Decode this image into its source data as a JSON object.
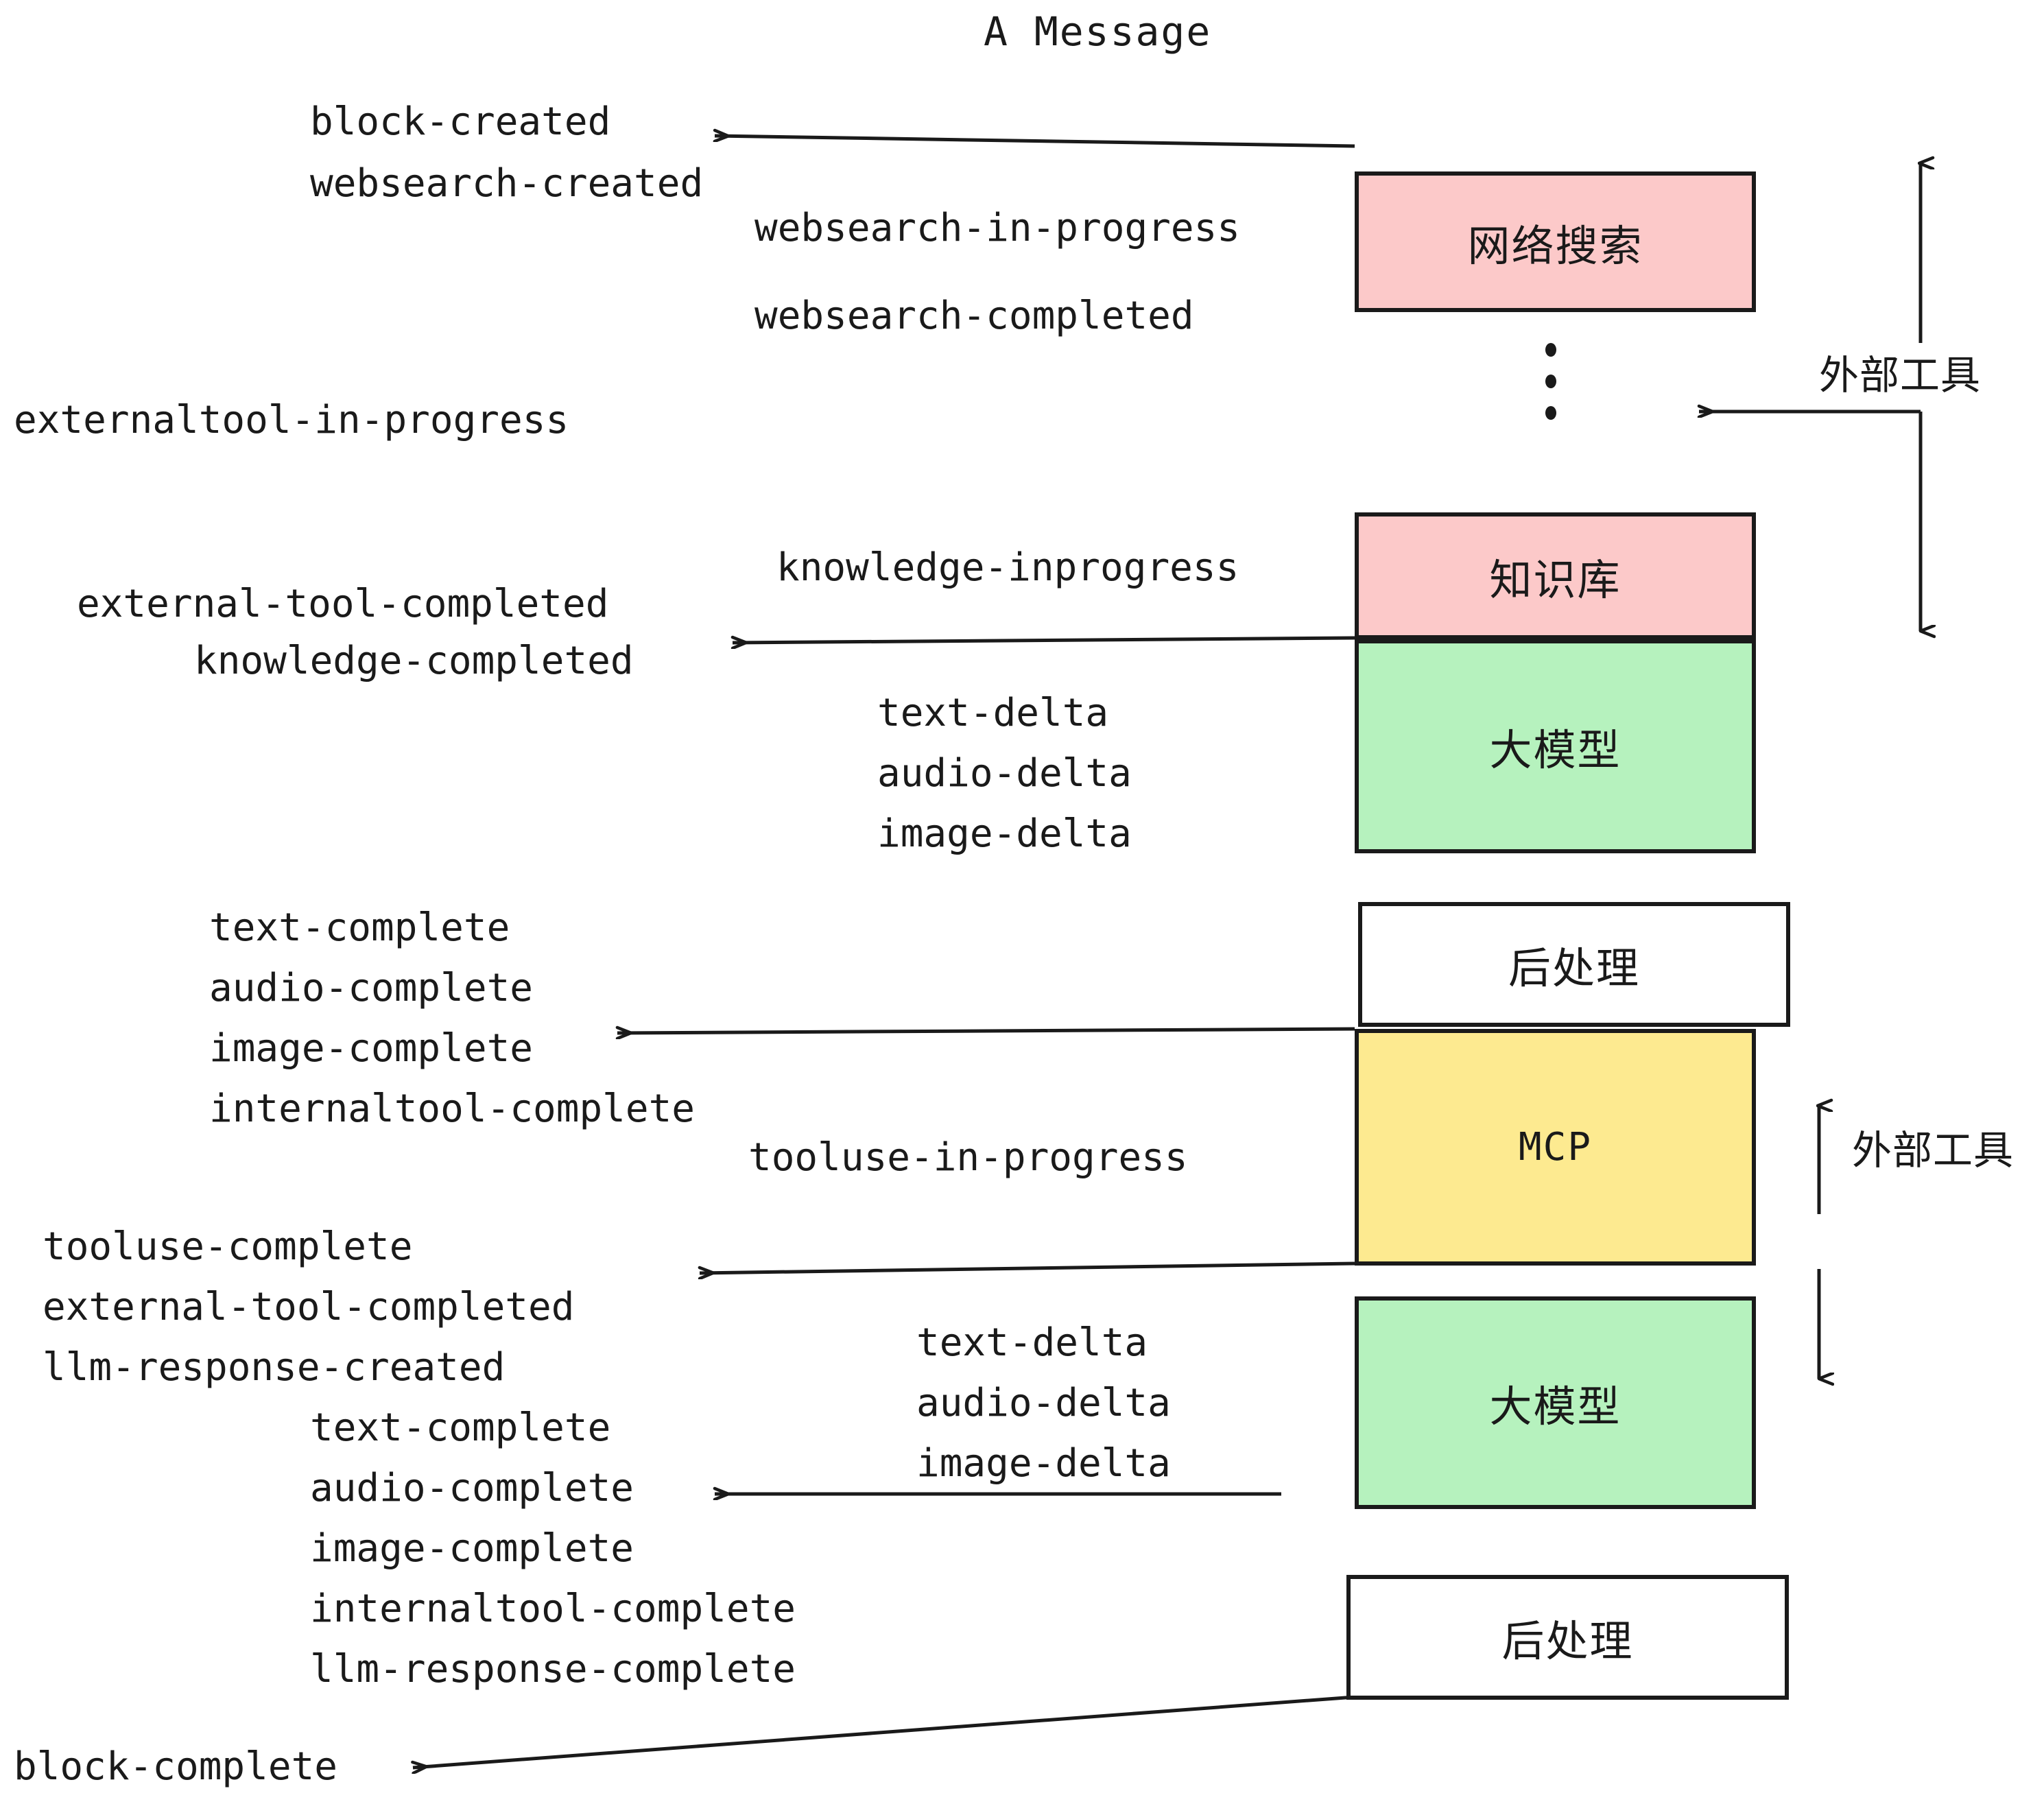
{
  "title": "A Message",
  "colors": {
    "pink": "#fcc9c9",
    "green": "#b6f2be",
    "yellow": "#fdea90",
    "white": "#ffffff",
    "stroke": "#1a1a1a",
    "text": "#1a1a1a"
  },
  "nodes": [
    {
      "id": "websearch",
      "label": "网络搜索",
      "fill": "#fcc9c9",
      "mono": false
    },
    {
      "id": "knowledge",
      "label": "知识库",
      "fill": "#fcc9c9",
      "mono": false
    },
    {
      "id": "llm1",
      "label": "大模型",
      "fill": "#b6f2be",
      "mono": false
    },
    {
      "id": "post1",
      "label": "后处理",
      "fill": "#ffffff",
      "mono": false
    },
    {
      "id": "mcp",
      "label": "MCP",
      "fill": "#fdea90",
      "mono": true
    },
    {
      "id": "llm2",
      "label": "大模型",
      "fill": "#b6f2be",
      "mono": false
    },
    {
      "id": "post2",
      "label": "后处理",
      "fill": "#ffffff",
      "mono": false
    }
  ],
  "group_labels": [
    {
      "id": "external-tool-top",
      "label": "外部工具"
    },
    {
      "id": "external-tool-bottom",
      "label": "外部工具"
    }
  ],
  "events": [
    {
      "id": "e01",
      "text": "block-created"
    },
    {
      "id": "e02",
      "text": "websearch-created"
    },
    {
      "id": "e03",
      "text": "websearch-in-progress"
    },
    {
      "id": "e04",
      "text": "websearch-completed"
    },
    {
      "id": "e05",
      "text": "externaltool-in-progress"
    },
    {
      "id": "e06",
      "text": "knowledge-inprogress"
    },
    {
      "id": "e07",
      "text": "external-tool-completed"
    },
    {
      "id": "e08",
      "text": "knowledge-completed"
    },
    {
      "id": "e09",
      "text": "text-delta"
    },
    {
      "id": "e10",
      "text": "audio-delta"
    },
    {
      "id": "e11",
      "text": "image-delta"
    },
    {
      "id": "e12",
      "text": "text-complete"
    },
    {
      "id": "e13",
      "text": "audio-complete"
    },
    {
      "id": "e14",
      "text": "image-complete"
    },
    {
      "id": "e15",
      "text": "internaltool-complete"
    },
    {
      "id": "e16",
      "text": "tooluse-in-progress"
    },
    {
      "id": "e17",
      "text": "tooluse-complete"
    },
    {
      "id": "e18",
      "text": "external-tool-completed"
    },
    {
      "id": "e19",
      "text": "llm-response-created"
    },
    {
      "id": "e20",
      "text": "text-delta"
    },
    {
      "id": "e21",
      "text": "audio-delta"
    },
    {
      "id": "e22",
      "text": "image-delta"
    },
    {
      "id": "e23",
      "text": "text-complete"
    },
    {
      "id": "e24",
      "text": "audio-complete"
    },
    {
      "id": "e25",
      "text": "image-complete"
    },
    {
      "id": "e26",
      "text": "internaltool-complete"
    },
    {
      "id": "e27",
      "text": "llm-response-complete"
    },
    {
      "id": "e28",
      "text": "block-complete"
    }
  ]
}
